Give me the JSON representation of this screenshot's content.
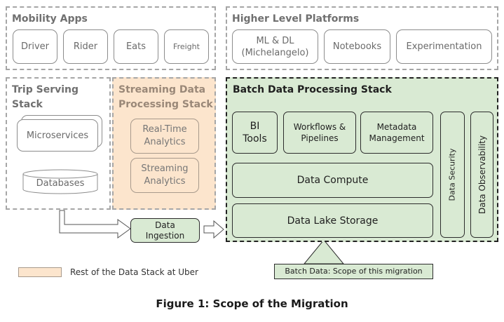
{
  "mobility": {
    "title": "Mobility Apps",
    "items": [
      "Driver",
      "Rider",
      "Eats",
      "Freight"
    ]
  },
  "platforms": {
    "title": "Higher Level Platforms",
    "items": [
      "ML & DL\n(Michelangelo)",
      "Notebooks",
      "Experimentation"
    ]
  },
  "trip": {
    "title": "Trip Serving\nStack",
    "microservices": "Microservices",
    "databases": "Databases"
  },
  "streaming": {
    "title": "Streaming Data\nProcessing Stack",
    "items": [
      "Real-Time\nAnalytics",
      "Streaming\nAnalytics"
    ]
  },
  "batch": {
    "title": "Batch Data Processing Stack",
    "bi_tools": "BI\nTools",
    "workflows": "Workflows &\nPipelines",
    "metadata": "Metadata\nManagement",
    "compute": "Data Compute",
    "storage": "Data Lake Storage",
    "security": "Data Security",
    "observability": "Data Observability"
  },
  "ingestion": "Data\nIngestion",
  "legend": {
    "label": "Rest of the Data Stack at Uber"
  },
  "scope_callout": "Batch Data: Scope of this migration",
  "caption": "Figure 1: Scope of the Migration",
  "colors": {
    "green_fill": "#d9ead3",
    "orange_fill": "#fce5cd",
    "dashed_border": "#a6a6a6",
    "batch_border": "#222222"
  }
}
